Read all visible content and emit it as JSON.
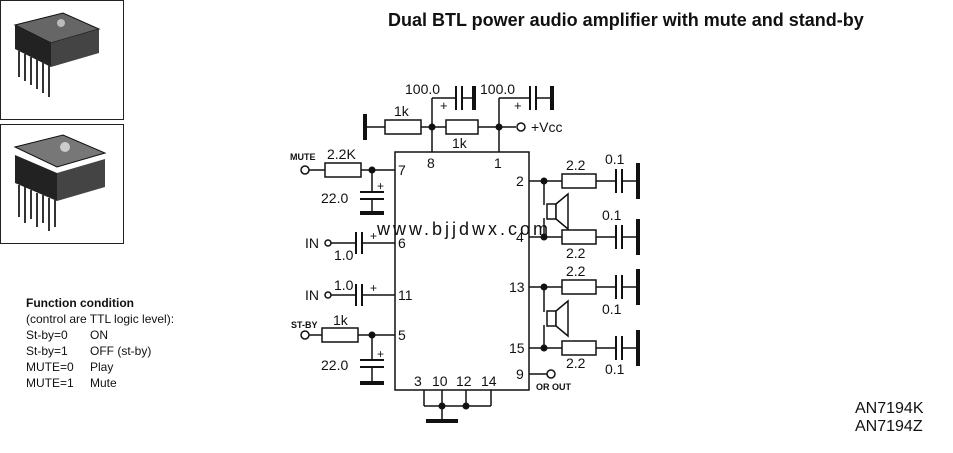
{
  "title": "Dual BTL power audio amplifier with mute and stand-by",
  "watermark": "www.bjjdwx.com",
  "package_icons": [
    "ic-package-sil-icon",
    "ic-package-zigzag-icon"
  ],
  "function_condition": {
    "heading": "Function condition",
    "note": "(control are TTL logic level):",
    "rows": [
      {
        "signal": "St-by=0",
        "state": "ON"
      },
      {
        "signal": "St-by=1",
        "state": "OFF (st-by)"
      },
      {
        "signal": "MUTE=0",
        "state": "Play"
      },
      {
        "signal": "MUTE=1",
        "state": "Mute"
      }
    ]
  },
  "part_numbers": [
    "AN7194K",
    "AN7194Z"
  ],
  "schematic": {
    "pins": {
      "p7": "7",
      "p8": "8",
      "p1": "1",
      "p6": "6",
      "p11": "11",
      "p5": "5",
      "p2": "2",
      "p4": "4",
      "p13": "13",
      "p15": "15",
      "p9": "9",
      "p3": "3",
      "p10": "10",
      "p12": "12",
      "p14": "14"
    },
    "labels": {
      "mute": "MUTE",
      "stby": "ST-BY",
      "in1": "IN",
      "in2": "IN",
      "vcc": "+Vcc",
      "orout": "OR OUT",
      "plus": "+"
    },
    "values": {
      "c100a": "100.0",
      "c100b": "100.0",
      "r1k_top": "1k",
      "r1k_mid": "1k",
      "r2_2k": "2.2K",
      "r1k_stby": "1k",
      "c22a": "22.0",
      "c22b": "22.0",
      "c1a": "1.0",
      "c1b": "1.0",
      "r2_2_1": "2.2",
      "r2_2_2": "2.2",
      "r2_2_3": "2.2",
      "r2_2_4": "2.2",
      "c01_1": "0.1",
      "c01_2": "0.1",
      "c01_3": "0.1",
      "c01_4": "0.1"
    }
  },
  "colors": {
    "ink": "#111111",
    "watermark": "#2fd4e6"
  }
}
